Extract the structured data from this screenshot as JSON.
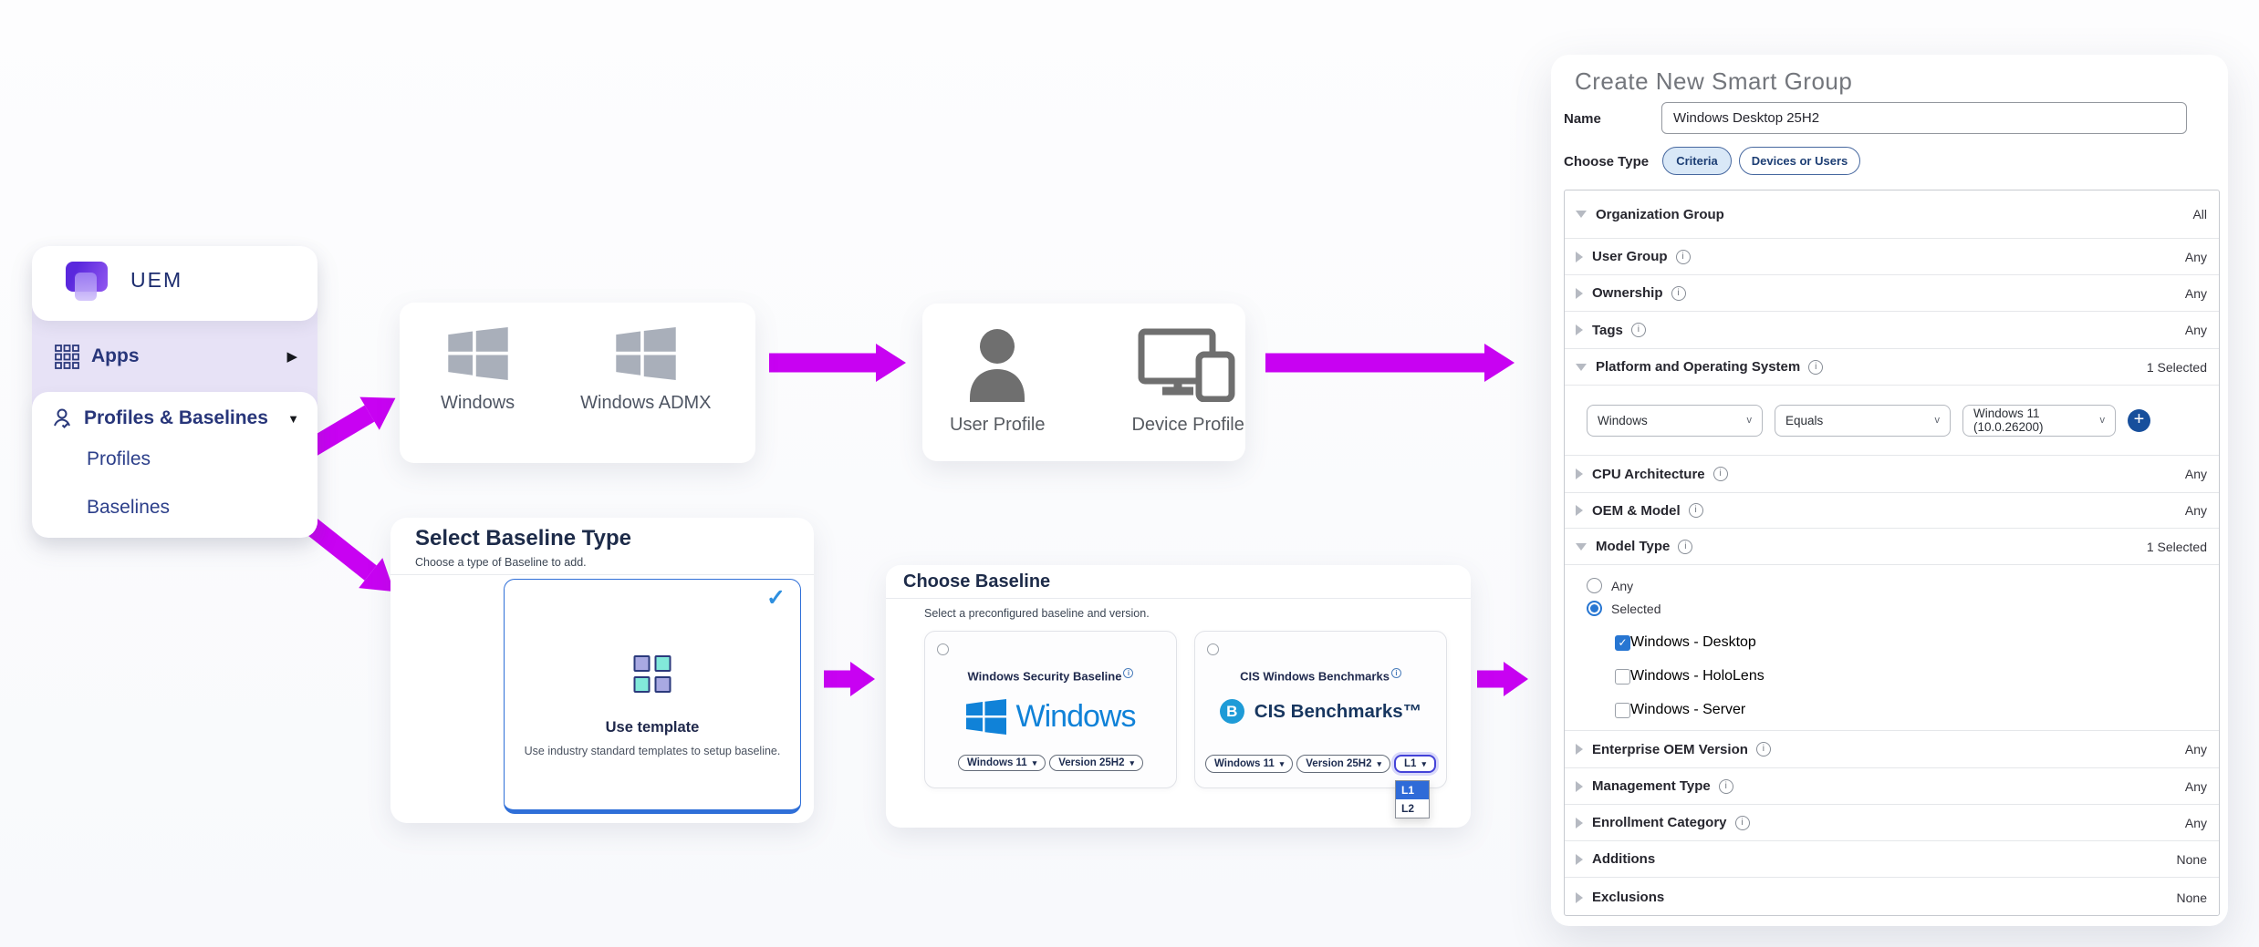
{
  "icons": {
    "caret_right": "▶",
    "caret_down": "▼",
    "dropdown_caret": "▾",
    "select_caret": "v",
    "check": "✓",
    "plus": "+",
    "info": "i",
    "cis_monogram": "B"
  },
  "colors": {
    "flow_arrow": "#C802F2",
    "brand_blue": "#1082D8",
    "selection_blue": "#2776D2",
    "sidebar_lavender": "#E7E2F6"
  },
  "sidebar": {
    "logo_text": "UEM",
    "apps_label": "Apps",
    "profiles_baselines_label": "Profiles & Baselines",
    "profiles_label": "Profiles",
    "baselines_label": "Baselines"
  },
  "platform_card": {
    "windows_label": "Windows",
    "windows_admx_label": "Windows ADMX"
  },
  "profile_type_card": {
    "user_label": "User Profile",
    "device_label": "Device Profile"
  },
  "baseline_type_card": {
    "title": "Select Baseline Type",
    "subtitle": "Choose a type of Baseline to add.",
    "template_title": "Use template",
    "template_desc": "Use industry standard templates to setup baseline."
  },
  "choose_baseline_card": {
    "title": "Choose Baseline",
    "subtitle": "Select a preconfigured baseline and version.",
    "option1": {
      "name": "Windows Security Baseline",
      "logo_text": "Windows",
      "os_select": "Windows 11",
      "version_select": "Version 25H2"
    },
    "option2": {
      "name": "CIS Windows Benchmarks",
      "logo_text": "CIS Benchmarks™",
      "os_select": "Windows 11",
      "version_select": "Version 25H2",
      "level_select": "L1",
      "menu": [
        "L1",
        "L2"
      ]
    }
  },
  "smart_group": {
    "title": "Create New Smart Group",
    "name_label": "Name",
    "name_value": "Windows Desktop 25H2",
    "choose_type_label": "Choose Type",
    "type_criteria": "Criteria",
    "type_devices_users": "Devices or Users",
    "rows": [
      {
        "label": "Organization Group",
        "value": "All"
      },
      {
        "label": "User Group",
        "value": "Any"
      },
      {
        "label": "Ownership",
        "value": "Any"
      },
      {
        "label": "Tags",
        "value": "Any"
      },
      {
        "label": "Platform and Operating System",
        "value": "1 Selected"
      },
      {
        "label": "CPU Architecture",
        "value": "Any"
      },
      {
        "label": "OEM & Model",
        "value": "Any"
      },
      {
        "label": "Model Type",
        "value": "1 Selected"
      },
      {
        "label": "Enterprise OEM Version",
        "value": "Any"
      },
      {
        "label": "Management Type",
        "value": "Any"
      },
      {
        "label": "Enrollment Category",
        "value": "Any"
      },
      {
        "label": "Additions",
        "value": "None"
      },
      {
        "label": "Exclusions",
        "value": "None"
      }
    ],
    "platform_criteria": {
      "platform": "Windows",
      "operator": "Equals",
      "os_version": "Windows 11 (10.0.26200)"
    },
    "model_type_options": {
      "radio_any": "Any",
      "radio_selected": "Selected",
      "checkbox_desktop": "Windows - Desktop",
      "checkbox_hololens": "Windows - HoloLens",
      "checkbox_server": "Windows - Server"
    }
  }
}
